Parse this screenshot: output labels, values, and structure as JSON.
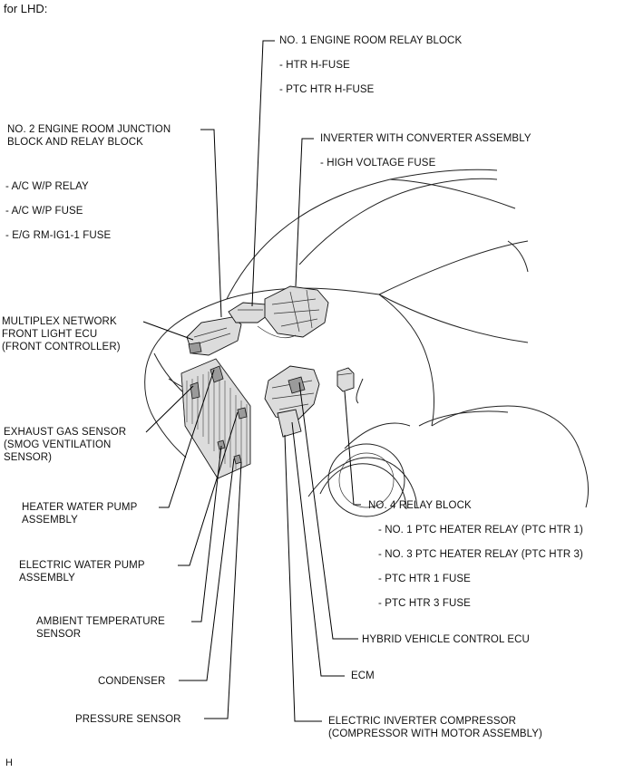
{
  "header": "for LHD:",
  "footer": "H",
  "labels": {
    "relay_block_1": "NO. 1 ENGINE ROOM RELAY BLOCK",
    "htr_h_fuse": "- HTR H-FUSE",
    "ptc_htr_h_fuse": "- PTC HTR H-FUSE",
    "junction_block_2": "NO. 2 ENGINE ROOM JUNCTION\nBLOCK AND RELAY BLOCK",
    "ac_wp_relay": "- A/C W/P RELAY",
    "ac_wp_fuse": "- A/C W/P FUSE",
    "eg_rm_ig1_fuse": "- E/G RM-IG1-1 FUSE",
    "inverter": "INVERTER WITH CONVERTER ASSEMBLY",
    "high_voltage_fuse": "- HIGH VOLTAGE FUSE",
    "multiplex": "MULTIPLEX NETWORK\nFRONT LIGHT ECU\n(FRONT CONTROLLER)",
    "exhaust_gas_sensor": "EXHAUST GAS SENSOR\n(SMOG VENTILATION\nSENSOR)",
    "heater_water_pump": "HEATER WATER PUMP\nASSEMBLY",
    "electric_water_pump": "ELECTRIC WATER PUMP\nASSEMBLY",
    "ambient_sensor": "AMBIENT TEMPERATURE\nSENSOR",
    "condenser": "CONDENSER",
    "pressure_sensor": "PRESSURE SENSOR",
    "relay_block_4": "NO. 4 RELAY BLOCK",
    "ptc_heater_relay_1": "- NO. 1 PTC HEATER RELAY (PTC HTR 1)",
    "ptc_heater_relay_3": "- NO. 3 PTC HEATER RELAY (PTC HTR 3)",
    "ptc_htr_1_fuse": "- PTC HTR 1 FUSE",
    "ptc_htr_3_fuse": "- PTC HTR 3 FUSE",
    "hybrid_ecu": "HYBRID VEHICLE CONTROL ECU",
    "ecm": "ECM",
    "compressor": "ELECTRIC INVERTER COMPRESSOR\n(COMPRESSOR WITH MOTOR ASSEMBLY)"
  }
}
